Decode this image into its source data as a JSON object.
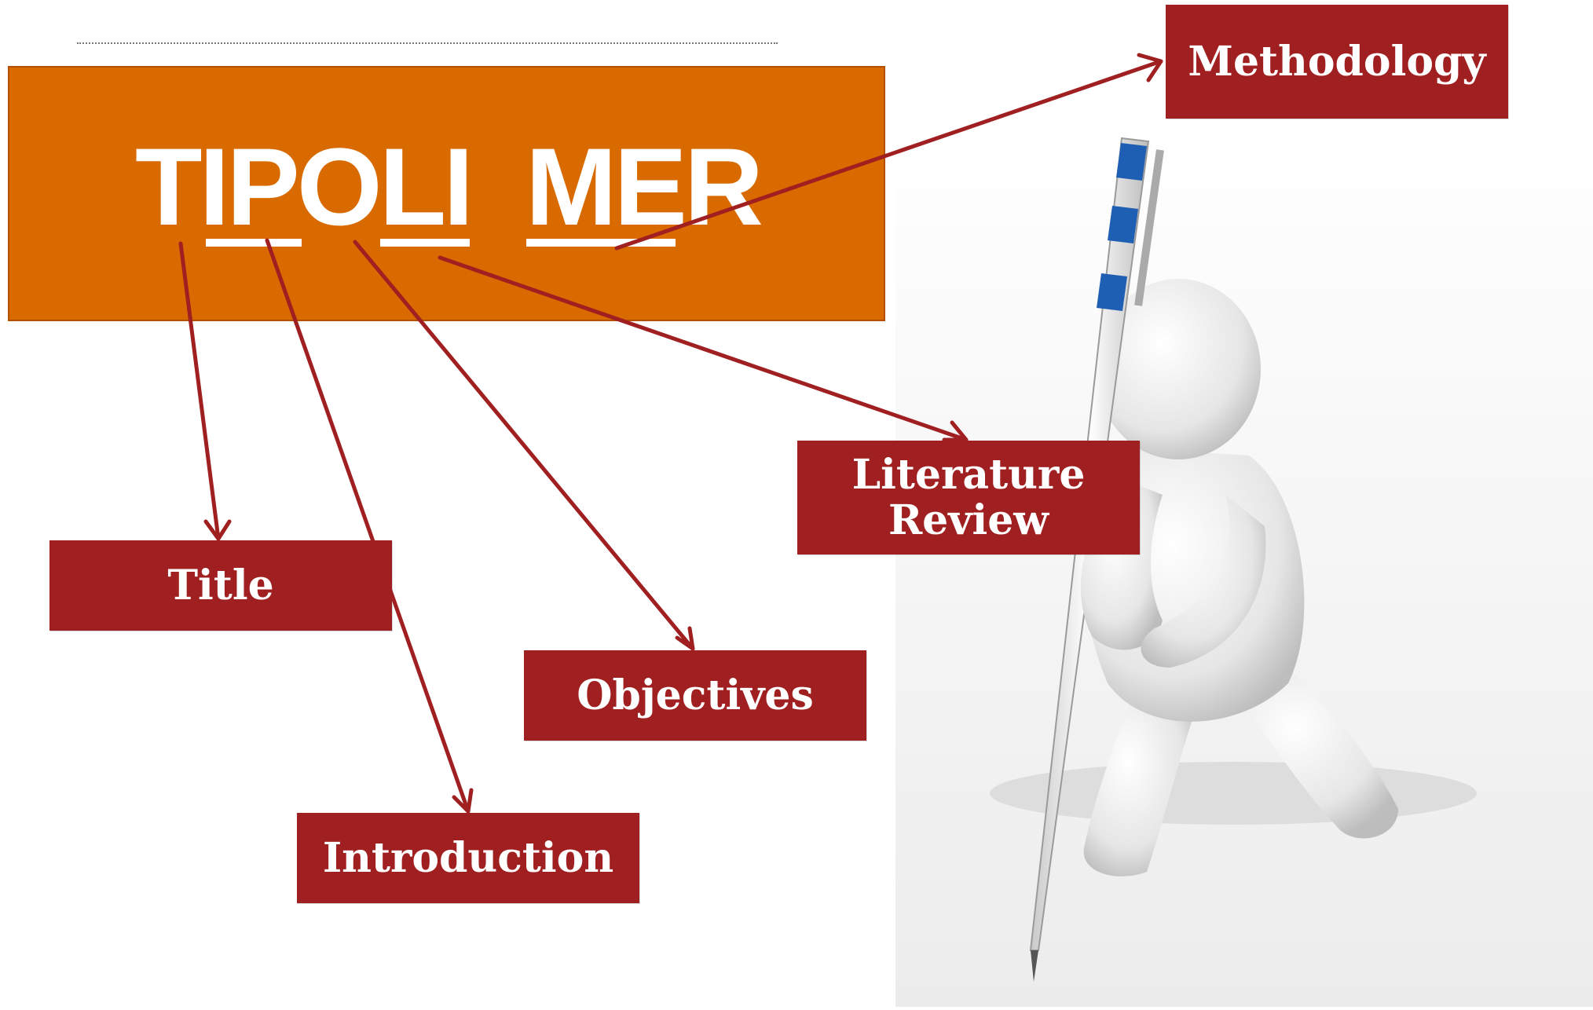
{
  "colors": {
    "banner": "#d96a00",
    "label_box": "#a01f20",
    "arrow": "#a01f20",
    "pen_blue": "#1f5fb3"
  },
  "banner": {
    "acronym": "TIPOLI  MER"
  },
  "labels": {
    "methodology": "Methodology",
    "literature_review": "Literature Review",
    "title": "Title",
    "objectives": "Objectives",
    "introduction": "Introduction"
  },
  "figure": {
    "icon": "person-holding-pen-icon"
  }
}
